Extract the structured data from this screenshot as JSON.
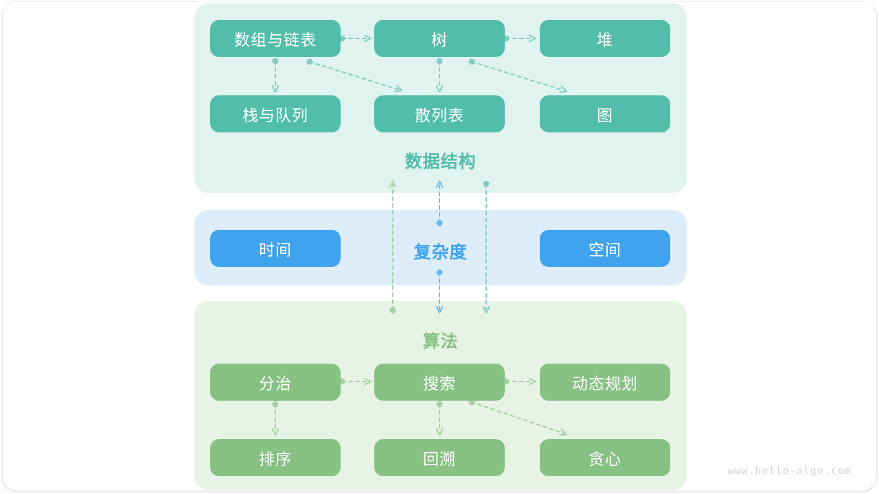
{
  "watermark": "www.hello-algo.com",
  "colors": {
    "teal": "#53bdab",
    "teal_light": "#82cdc1",
    "teal_bg": "#e1f3ef",
    "blue": "#3fa3ee",
    "blue_light": "#6db9f3",
    "blue_bg": "#ddedfa",
    "green": "#87c184",
    "green_light": "#a3d19f",
    "green_bg": "#e7f3e4"
  },
  "sections": {
    "data_structures": {
      "label": "数据结构",
      "nodes": {
        "array_list": "数组与链表",
        "tree": "树",
        "heap": "堆",
        "stack_queue": "栈与队列",
        "hash_table": "散列表",
        "graph": "图"
      }
    },
    "complexity": {
      "label": "复杂度",
      "nodes": {
        "time": "时间",
        "space": "空间"
      }
    },
    "algorithms": {
      "label": "算法",
      "nodes": {
        "divide_conquer": "分治",
        "search": "搜索",
        "dynamic_programming": "动态规划",
        "sorting": "排序",
        "backtracking": "回溯",
        "greedy": "贪心"
      }
    }
  },
  "edges": [
    {
      "from": "array_list",
      "to": "tree",
      "color": "teal"
    },
    {
      "from": "tree",
      "to": "heap",
      "color": "teal"
    },
    {
      "from": "array_list",
      "to": "stack_queue",
      "color": "teal"
    },
    {
      "from": "array_list",
      "to": "hash_table",
      "color": "teal"
    },
    {
      "from": "tree",
      "to": "hash_table",
      "color": "teal"
    },
    {
      "from": "tree",
      "to": "graph",
      "color": "teal"
    },
    {
      "from": "divide_conquer",
      "to": "search",
      "color": "green"
    },
    {
      "from": "search",
      "to": "dynamic_programming",
      "color": "green"
    },
    {
      "from": "divide_conquer",
      "to": "sorting",
      "color": "green"
    },
    {
      "from": "search",
      "to": "backtracking",
      "color": "green"
    },
    {
      "from": "search",
      "to": "greedy",
      "color": "green"
    },
    {
      "from": "algorithms",
      "to": "data_structures",
      "color": "green"
    },
    {
      "from": "complexity",
      "to": "data_structures",
      "color": "blue"
    },
    {
      "from": "complexity",
      "to": "algorithms",
      "color": "blue"
    },
    {
      "from": "data_structures",
      "to": "algorithms",
      "color": "teal"
    }
  ]
}
